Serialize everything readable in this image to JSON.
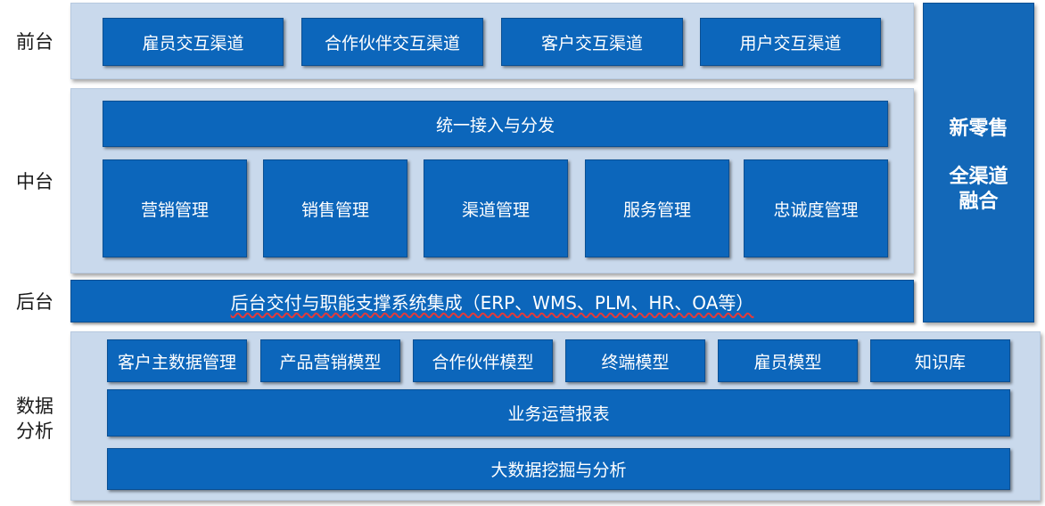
{
  "labels": {
    "front": "前台",
    "middle": "中台",
    "back": "后台",
    "data_line1": "数据",
    "data_line2": "分析"
  },
  "front": {
    "items": [
      "雇员交互渠道",
      "合作伙伴交互渠道",
      "客户交互渠道",
      "用户交互渠道"
    ]
  },
  "middle": {
    "top": "统一接入与分发",
    "items": [
      "营销管理",
      "销售管理",
      "渠道管理",
      "服务管理",
      "忠诚度管理"
    ]
  },
  "back": {
    "text": "后台交付与职能支撑系统集成（ERP、WMS、PLM、HR、OA等）"
  },
  "data": {
    "items": [
      "客户主数据管理",
      "产品营销模型",
      "合作伙伴模型",
      "终端模型",
      "雇员模型",
      "知识库"
    ],
    "report": "业务运营报表",
    "bigdata": "大数据挖掘与分析"
  },
  "side": {
    "line1": "新零售",
    "line2": "全渠道",
    "line3": "融合"
  },
  "colors": {
    "box": "#0c66bb",
    "panel": "#c9d9ec",
    "side": "#1368b8"
  }
}
